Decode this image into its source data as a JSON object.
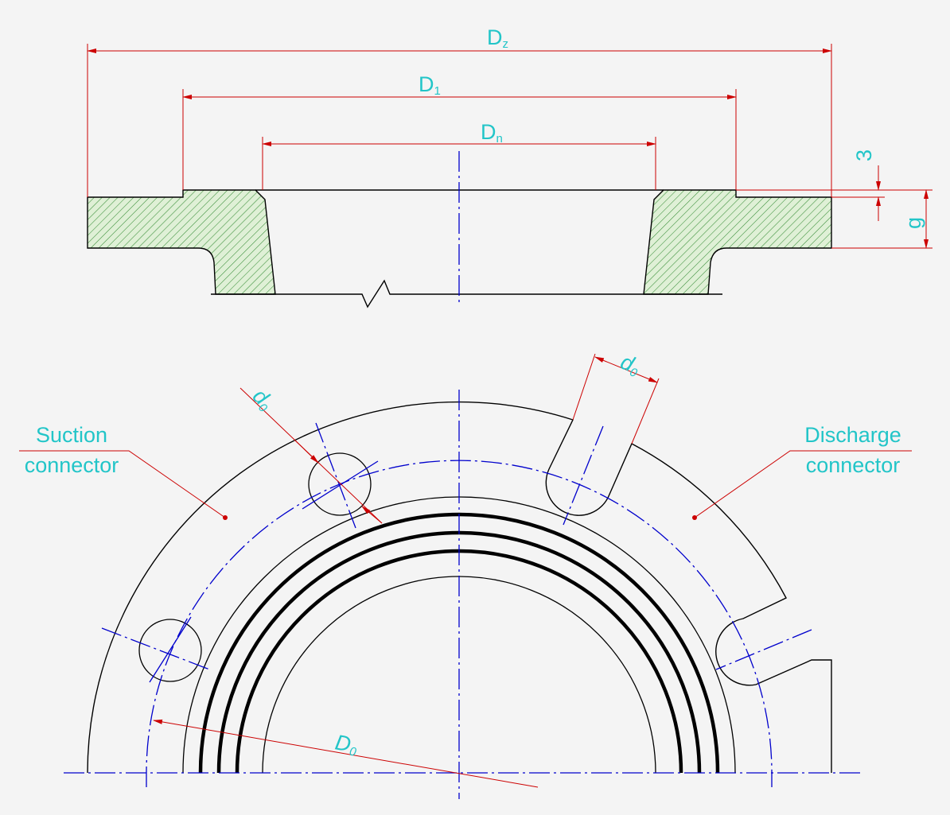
{
  "side_view": {
    "dim_outer": {
      "base": "D",
      "sub": "z"
    },
    "dim_bolt": {
      "base": "D",
      "sub": "1"
    },
    "dim_nominal": {
      "base": "D",
      "sub": "n"
    },
    "dim_seal_depth": "3",
    "dim_thickness": "g"
  },
  "plan_view": {
    "hole_dim_left": {
      "base": "d",
      "sub": "0"
    },
    "hole_dim_right": {
      "base": "d",
      "sub": "0"
    },
    "pitch_dim": {
      "base": "D",
      "sub": "0"
    },
    "suction_label": [
      "Suction",
      "connector"
    ],
    "discharge_label": [
      "Discharge",
      "connector"
    ]
  },
  "colors": {
    "outline": "#000000",
    "centerline": "#0000cc",
    "dimension": "#cc0000",
    "text": "#22c5c8",
    "hatch": "#3a8f3a",
    "hatch_fill": "#dff0d6"
  }
}
